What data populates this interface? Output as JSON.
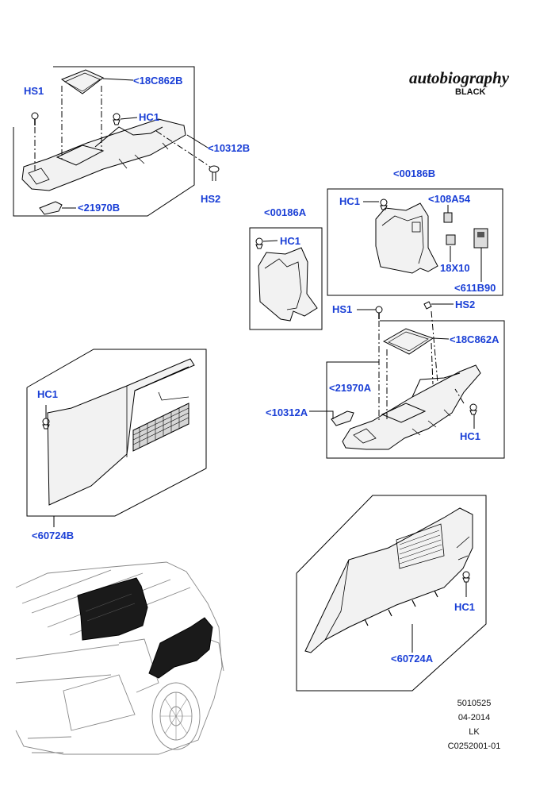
{
  "branding": {
    "title": "autobiography",
    "subtitle": "BLACK"
  },
  "callouts": {
    "a_hs1": "HS1",
    "a_18c862b": "<18C862B",
    "a_hc1": "HC1",
    "a_10312b": "<10312B",
    "a_hs2": "HS2",
    "a_21970b": "<21970B",
    "b_00186a": "<00186A",
    "b_hc1": "HC1",
    "c_00186b": "<00186B",
    "c_hc1": "HC1",
    "c_108a54": "<108A54",
    "c_18x10": "18X10",
    "c_611b90": "<611B90",
    "d_hs1": "HS1",
    "d_hs2": "HS2",
    "d_18c862a": "<18C862A",
    "d_21970a": "<21970A",
    "d_10312a": "<10312A",
    "d_hc1": "HC1",
    "e_hc1": "HC1",
    "e_60724b": "<60724B",
    "f_hc1": "HC1",
    "f_60724a": "<60724A"
  },
  "footer": {
    "line1": "5010525",
    "line2": "04-2014",
    "line3": "LK",
    "line4": "C0252001-01"
  },
  "colors": {
    "label_blue": "#1a3fd6",
    "line": "#000000",
    "part_fill": "#f2f2f2",
    "shadow_fill": "#1a1a1a"
  }
}
